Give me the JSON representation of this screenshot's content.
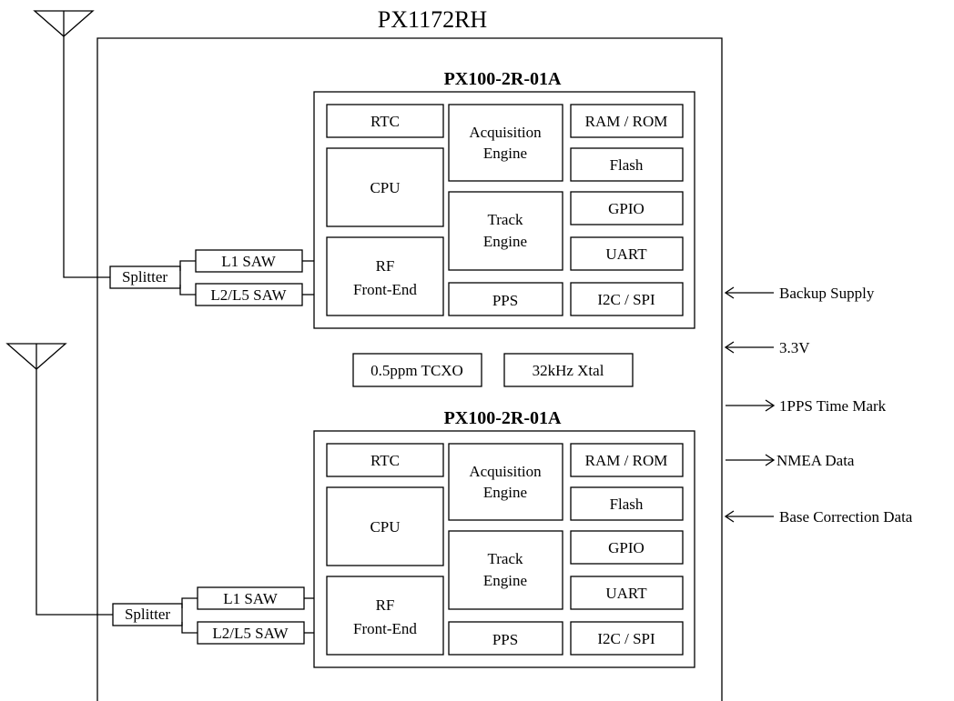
{
  "title": "PX1172RH",
  "chip_label": "PX100-2R-01A",
  "blocks": {
    "rtc": "RTC",
    "cpu": "CPU",
    "acq_line1": "Acquisition",
    "acq_line2": "Engine",
    "track_line1": "Track",
    "track_line2": "Engine",
    "ramrom": "RAM / ROM",
    "flash": "Flash",
    "gpio": "GPIO",
    "uart": "UART",
    "pps": "PPS",
    "i2c": "I2C / SPI",
    "rf_line1": "RF",
    "rf_line2": "Front-End",
    "l1saw": "L1 SAW",
    "l2saw": "L2/L5 SAW",
    "splitter": "Splitter"
  },
  "shared": {
    "tcxo": "0.5ppm TCXO",
    "xtal": "32kHz Xtal"
  },
  "signals": {
    "backup": "Backup Supply",
    "v33": "3.3V",
    "pps": "1PPS Time Mark",
    "nmea": "NMEA Data",
    "base": "Base Correction Data"
  }
}
